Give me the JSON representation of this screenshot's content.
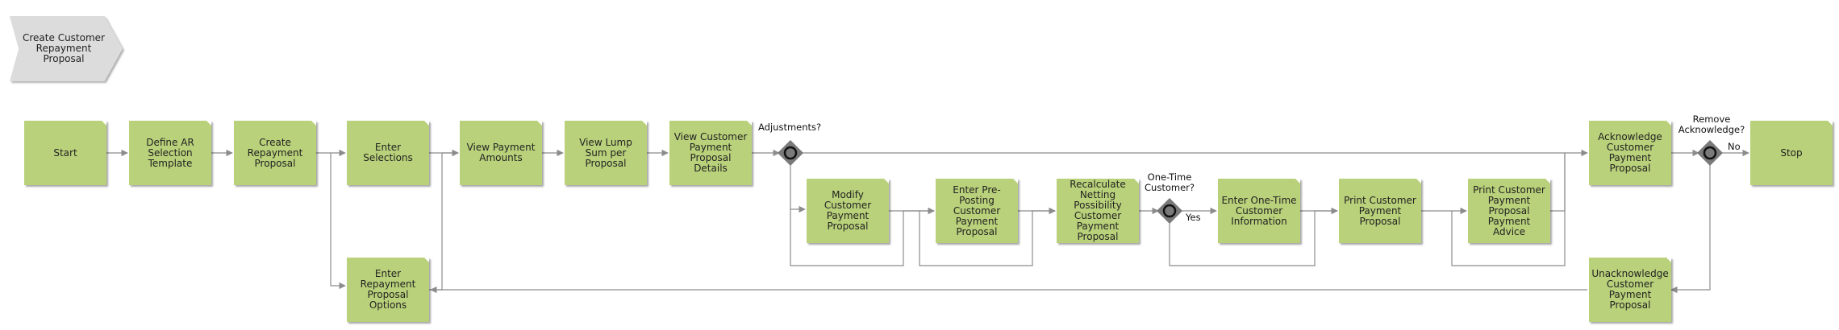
{
  "title": "Create Customer Repayment Proposal",
  "boxes": {
    "start": "Start",
    "define_ar": "Define AR Selection Template",
    "create_proposal": "Create Repayment Proposal",
    "enter_selections": "Enter Selections",
    "enter_options": "Enter Repayment Proposal Options",
    "view_amounts": "View Payment Amounts",
    "view_lump": "View Lump Sum per Proposal",
    "view_details": "View Customer Payment Proposal Details",
    "modify": "Modify Customer Payment Proposal",
    "pre_posting": "Enter Pre-Posting Customer Payment Proposal",
    "recalculate": "Recalculate Netting Possibility Customer Payment Proposal",
    "one_time_info": "Enter One-Time Customer Information",
    "print_proposal": "Print Customer Payment Proposal",
    "print_advice": "Print Customer Payment Proposal Payment Advice",
    "acknowledge": "Acknowledge Customer Payment Proposal",
    "unacknowledge": "Unacknowledge Customer Payment Proposal",
    "stop": "Stop"
  },
  "gateways": {
    "adjustments": "Adjustments?",
    "one_time": "One-Time Customer?",
    "remove_ack": "Remove Acknowledge?"
  },
  "edge_labels": {
    "yes": "Yes",
    "no": "No"
  },
  "colors": {
    "task_fill": "#b9d17a",
    "line": "#8c8c8c",
    "gateway": "#7a7a7a"
  }
}
